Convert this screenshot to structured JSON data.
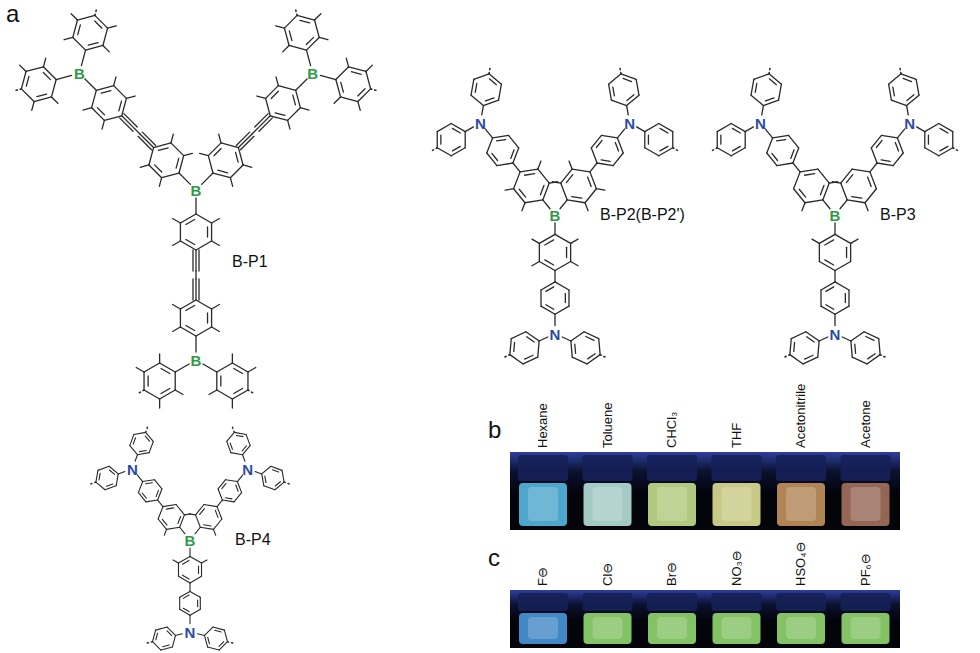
{
  "diagram": {
    "labels": [
      "a",
      "B",
      "B",
      "B",
      "B",
      "B-P1",
      "N",
      "N",
      "B",
      "N",
      "B-P2(B-P2')",
      "N",
      "N",
      "B",
      "N",
      "B-P3",
      "N",
      "N",
      "B",
      "N",
      "B-P4",
      "b",
      "Hexane",
      "Toluene",
      "CHCl₃",
      "THF",
      "Acetonitrile",
      "Acetone",
      "c",
      "F⊖",
      "Cl⊖",
      "Br⊖",
      "NO₃⊖",
      "HSO₄⊖",
      "PF₆⊖"
    ]
  }
}
